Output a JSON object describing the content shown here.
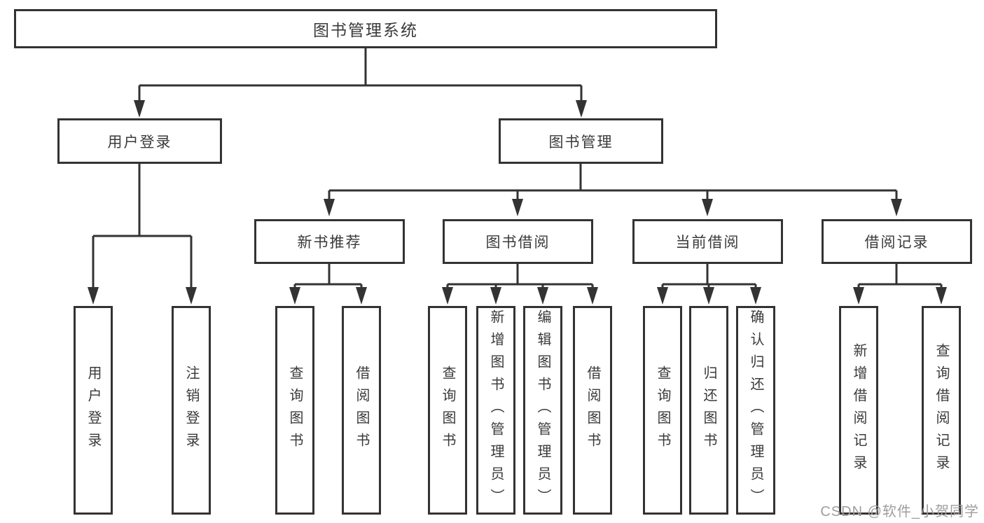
{
  "diagram": {
    "title": "图书管理系统",
    "level2": [
      {
        "label": "用户登录"
      },
      {
        "label": "图书管理"
      }
    ],
    "level3": [
      {
        "label": "新书推荐",
        "parent": "图书管理"
      },
      {
        "label": "图书借阅",
        "parent": "图书管理"
      },
      {
        "label": "当前借阅",
        "parent": "图书管理"
      },
      {
        "label": "借阅记录",
        "parent": "图书管理"
      }
    ],
    "leaves": [
      {
        "label": "用户登录",
        "parent": "用户登录"
      },
      {
        "label": "注销登录",
        "parent": "用户登录"
      },
      {
        "label": "查询图书",
        "parent": "新书推荐"
      },
      {
        "label": "借阅图书",
        "parent": "新书推荐"
      },
      {
        "label": "查询图书",
        "parent": "图书借阅"
      },
      {
        "label": "新增图书（管理员）",
        "parent": "图书借阅"
      },
      {
        "label": "编辑图书（管理员）",
        "parent": "图书借阅"
      },
      {
        "label": "借阅图书",
        "parent": "图书借阅"
      },
      {
        "label": "查询图书",
        "parent": "当前借阅"
      },
      {
        "label": "归还图书",
        "parent": "当前借阅"
      },
      {
        "label": "确认归还（管理员）",
        "parent": "当前借阅"
      },
      {
        "label": "新增借阅记录",
        "parent": "借阅记录"
      },
      {
        "label": "查询借阅记录",
        "parent": "借阅记录"
      }
    ],
    "watermark": "CSDN @软件_小贺同学",
    "colors": {
      "line": "#333333",
      "text": "#3a3a3a",
      "watermark": "#9e9e9e",
      "background": "#ffffff"
    }
  }
}
